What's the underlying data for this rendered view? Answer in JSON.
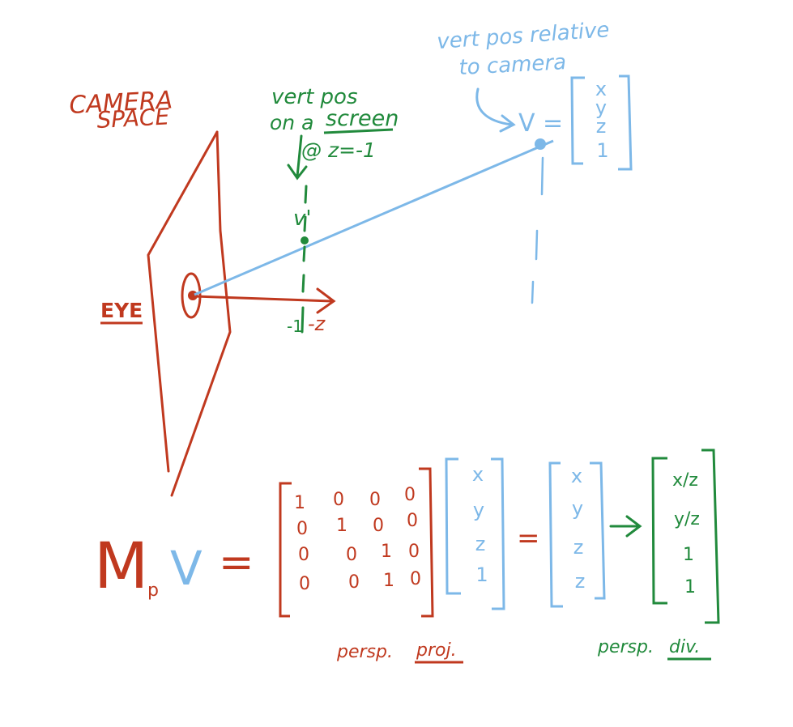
{
  "colors": {
    "red": "#c0391f",
    "blue": "#7db8e8",
    "green": "#218a3c"
  },
  "labels": {
    "camera_space_line1": "CAMERA",
    "camera_space_line2": "SPACE",
    "eye": "EYE",
    "screen_note_line1": "vert pos",
    "screen_note_line2": "on a",
    "screen_note_word": "screen",
    "screen_note_at": "@ z=-1",
    "v_prime": "v'",
    "minus_one": "-1",
    "minus_z": "-z",
    "camera_note_line1": "vert pos relative",
    "camera_note_line2": "to camera",
    "v_label": "V =",
    "persp_proj_prefix": "persp.",
    "persp_proj_word": "proj.",
    "persp_div_prefix": "persp.",
    "persp_div_word": "div."
  },
  "equation": {
    "m": "M",
    "p": "p",
    "v": "V",
    "eq1": "=",
    "eq2": "=",
    "arrow": "→",
    "matrix": [
      [
        "1",
        "0",
        "0",
        "0"
      ],
      [
        "0",
        "1",
        "0",
        "0"
      ],
      [
        "0",
        "0",
        "1",
        "0"
      ],
      [
        "0",
        "0",
        "1",
        "0"
      ]
    ],
    "v_top": [
      "x",
      "y",
      "z",
      "1"
    ],
    "v_input": [
      "x",
      "y",
      "z",
      "1"
    ],
    "v_result": [
      "x",
      "y",
      "z",
      "z"
    ],
    "v_divided": [
      "x/z",
      "y/z",
      "1",
      "1"
    ]
  }
}
